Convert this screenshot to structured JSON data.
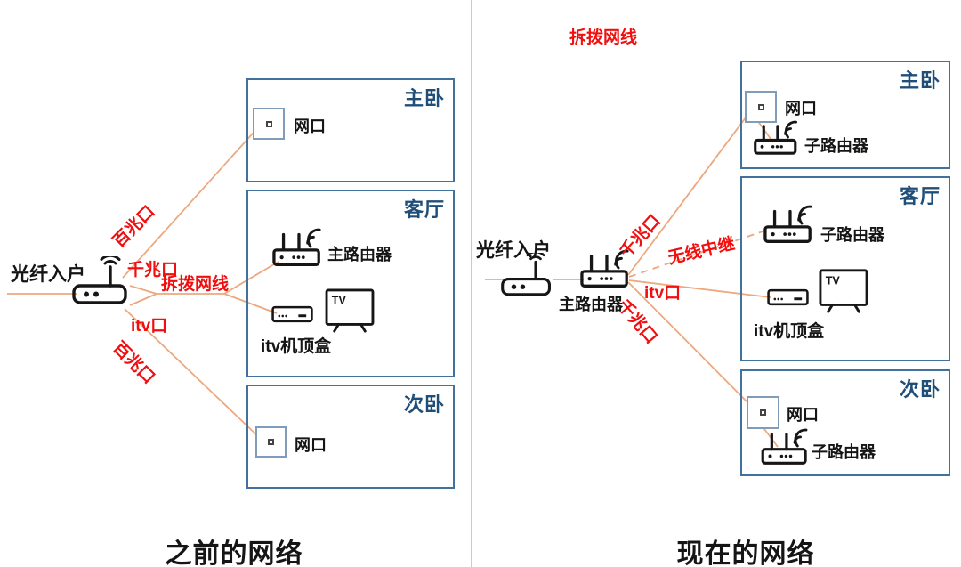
{
  "colors": {
    "cable": "#eda87e",
    "red_note": "#f10e0e",
    "room_border": "#41719c",
    "room_title": "#1f4e79",
    "divider": "#cccccc"
  },
  "left_panel": {
    "title": "之前的网络",
    "fiber_entry_label": "光纤入户",
    "line_labels": {
      "to_master": "百兆口",
      "gigabit_port": "千兆口",
      "unplug_cable": "拆拨网线",
      "itv_port": "itv口",
      "to_second": "百兆口"
    },
    "rooms": {
      "master": {
        "name": "主卧",
        "wall_port": "网口"
      },
      "living": {
        "name": "客厅",
        "router": "主路由器",
        "stb": "itv机顶盒",
        "tv": "TV"
      },
      "second": {
        "name": "次卧",
        "wall_port": "网口"
      }
    }
  },
  "right_panel": {
    "title": "现在的网络",
    "top_note": "拆拨网线",
    "fiber_entry_label": "光纤入户",
    "main_router": "主路由器",
    "line_labels": {
      "to_master": "千兆口",
      "wireless_relay": "无线中继",
      "itv_port": "itv口",
      "to_second": "千兆口"
    },
    "rooms": {
      "master": {
        "name": "主卧",
        "wall_port": "网口",
        "router": "子路由器"
      },
      "living": {
        "name": "客厅",
        "router": "子路由器",
        "stb": "itv机顶盒",
        "tv": "TV"
      },
      "second": {
        "name": "次卧",
        "wall_port": "网口",
        "router": "子路由器"
      }
    }
  }
}
